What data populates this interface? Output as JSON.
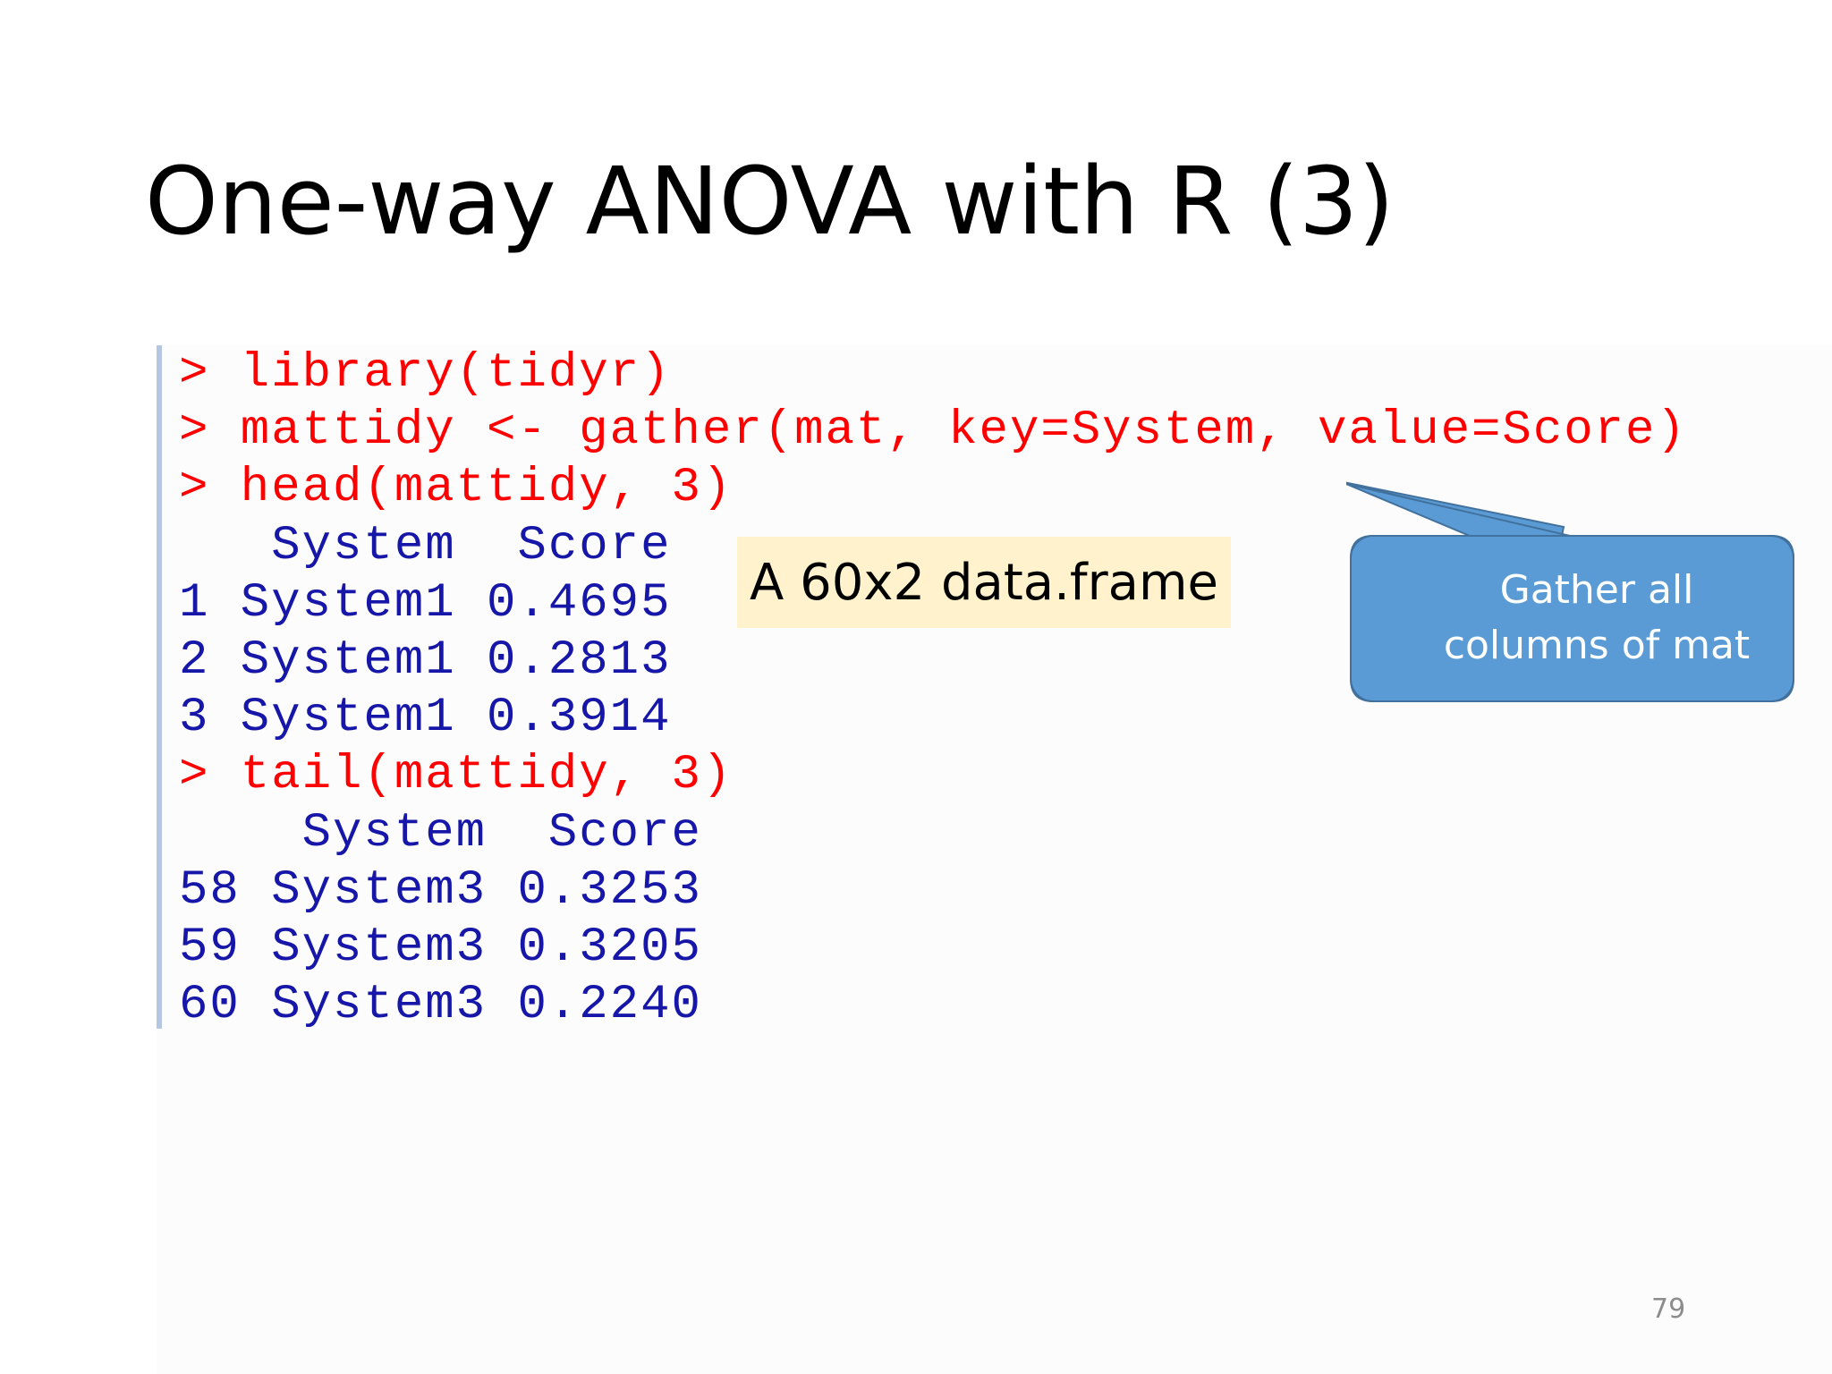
{
  "slide": {
    "title": "One-way ANOVA with R (3)",
    "page_number": "79"
  },
  "console": {
    "lines": [
      {
        "kind": "command",
        "text": "> library(tidyr)"
      },
      {
        "kind": "command",
        "text": "> mattidy <- gather(mat, key=System, value=Score)"
      },
      {
        "kind": "command",
        "text": "> head(mattidy, 3)"
      },
      {
        "kind": "output",
        "text": "   System  Score"
      },
      {
        "kind": "output",
        "text": "1 System1 0.4695"
      },
      {
        "kind": "output",
        "text": "2 System1 0.2813"
      },
      {
        "kind": "output",
        "text": "3 System1 0.3914"
      },
      {
        "kind": "command",
        "text": "> tail(mattidy, 3)"
      },
      {
        "kind": "output",
        "text": "    System  Score"
      },
      {
        "kind": "output",
        "text": "58 System3 0.3253"
      },
      {
        "kind": "output",
        "text": "59 System3 0.3205"
      },
      {
        "kind": "output",
        "text": "60 System3 0.2240"
      }
    ],
    "colors": {
      "command": "#ff0000",
      "output": "#1616a8"
    }
  },
  "note": {
    "text": "A 60x2 data.frame",
    "background": "#fff2cc"
  },
  "callout": {
    "line1": "Gather all",
    "line2": "columns of mat",
    "fill": "#5b9bd5",
    "stroke": "#41719c"
  }
}
